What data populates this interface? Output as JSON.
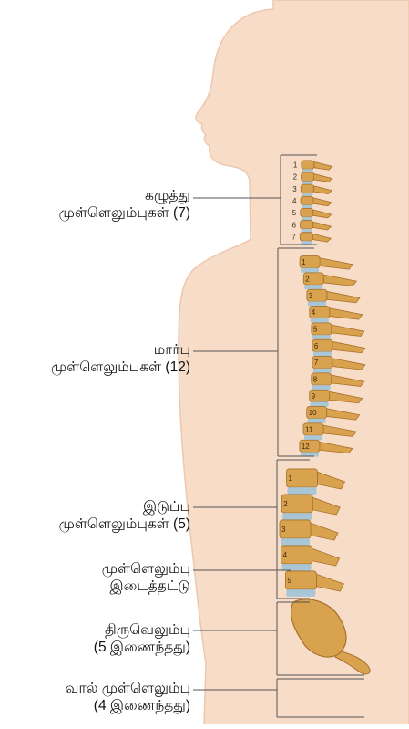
{
  "labels": {
    "cervical": {
      "line1": "கழுத்து",
      "line2": "முள்ளெலும்புகள் (7)"
    },
    "thoracic": {
      "line1": "மார்பு",
      "line2": "முள்ளெலும்புகள் (12)"
    },
    "lumbar": {
      "line1": "இடுப்பு",
      "line2": "முள்ளெலும்புகள் (5)"
    },
    "disc": {
      "line1": "முள்ளெலும்பு",
      "line2": "இடைத்தட்டு"
    },
    "sacrum": {
      "line1": "திருவெலும்பு",
      "line2": "(5 இணைந்தது)"
    },
    "coccyx": {
      "line1": "வால் முள்ளெலும்பு",
      "line2": "(4 இணைந்தது)"
    }
  },
  "vertebra_numbers": {
    "cervical": [
      "1",
      "2",
      "3",
      "4",
      "5",
      "6",
      "7"
    ],
    "thoracic": [
      "1",
      "2",
      "3",
      "4",
      "5",
      "6",
      "7",
      "8",
      "9",
      "10",
      "11",
      "12"
    ],
    "lumbar": [
      "1",
      "2",
      "3",
      "4",
      "5"
    ]
  },
  "colors": {
    "skin": "#f7dcc8",
    "skin_edge": "#eec7ad",
    "bone": "#d9a24f",
    "bone_dark": "#a8702a",
    "disc": "#a9c6d6",
    "bracket": "#555555"
  }
}
